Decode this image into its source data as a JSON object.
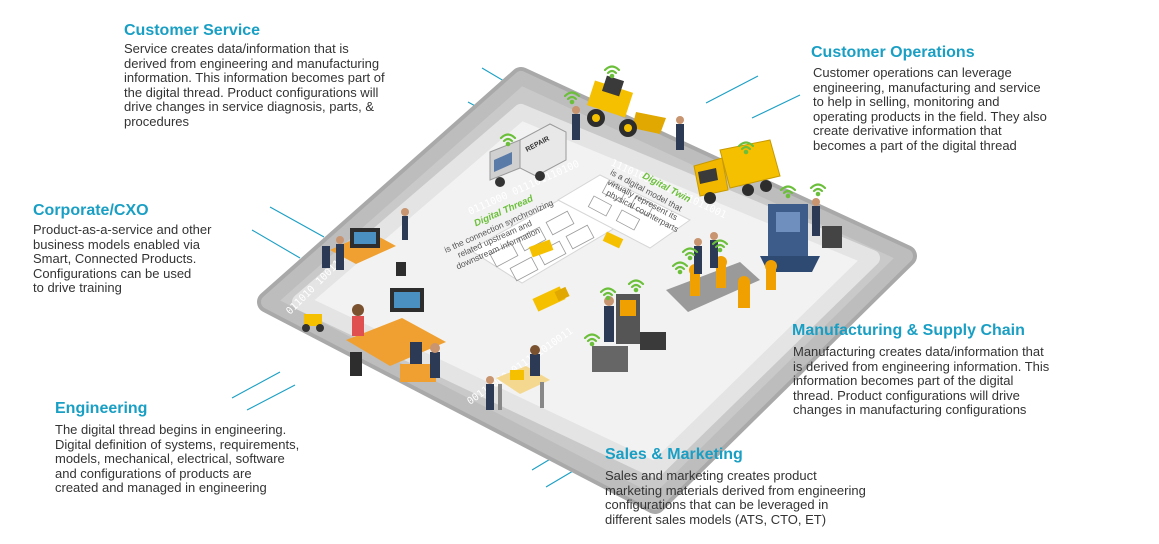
{
  "colors": {
    "accent": "#1a9fc4",
    "body_text": "#333333",
    "track": "#c9c9c9",
    "track_border": "#a9a9a9",
    "platform": "#f2f2f2",
    "vehicle_yellow": "#f5c000",
    "machine_blue": "#3d5c8a",
    "robot_orange": "#f0a000",
    "wifi_green": "#6bbf3a"
  },
  "sections": {
    "customer_service": {
      "title": "Customer Service",
      "lines": [
        "Service creates data/information that is",
        "derived from engineering and manufacturing",
        "information. This information becomes part of",
        "the digital thread. Product configurations will",
        "drive changes in service diagnosis, parts, &",
        "procedures"
      ]
    },
    "customer_operations": {
      "title": "Customer Operations",
      "lines": [
        "Customer operations can leverage",
        "engineering, manufacturing and service",
        "to help in selling, monitoring and",
        "operating products in the field. They also",
        "create derivative information that",
        "becomes a part of the digital thread"
      ]
    },
    "corporate": {
      "title": "Corporate/CXO",
      "lines": [
        "Product-as-a-service and other",
        "business models enabled via",
        "Smart, Connected Products.",
        "Configurations can be used",
        "to drive training"
      ]
    },
    "manufacturing": {
      "title": "Manufacturing & Supply Chain",
      "lines": [
        "Manufacturing creates data/information that",
        "is derived from engineering information. This",
        "information becomes part of the digital",
        "thread. Product configurations will drive",
        "changes in manufacturing configurations"
      ]
    },
    "engineering": {
      "title": "Engineering",
      "lines": [
        "The digital thread begins in engineering.",
        "Digital definition of systems, requirements,",
        "models, mechanical, electrical, software",
        "and configurations of products are",
        "created and managed in engineering"
      ]
    },
    "sales": {
      "title": "Sales & Marketing",
      "lines": [
        "Sales and marketing creates product",
        "marketing materials derived from engineering",
        "configurations that can be leveraged in",
        "different sales models (ATS, CTO, ET)"
      ]
    }
  },
  "center": {
    "digital_thread": {
      "title": "Digital Thread",
      "lines": [
        "is the connection synchronizing",
        "related upstream and",
        "downstream information"
      ]
    },
    "digital_twin": {
      "title": "Digital Twin",
      "lines": [
        "is a digital model that",
        "virtually represent its",
        "physical counterparts"
      ]
    },
    "truck_sign": "REPAIR",
    "track_bits": [
      "0111000 011101110100",
      "1110100 0011101011001",
      "00111000 011101010011",
      "011010 10011100",
      "1001010 0101011100"
    ]
  }
}
